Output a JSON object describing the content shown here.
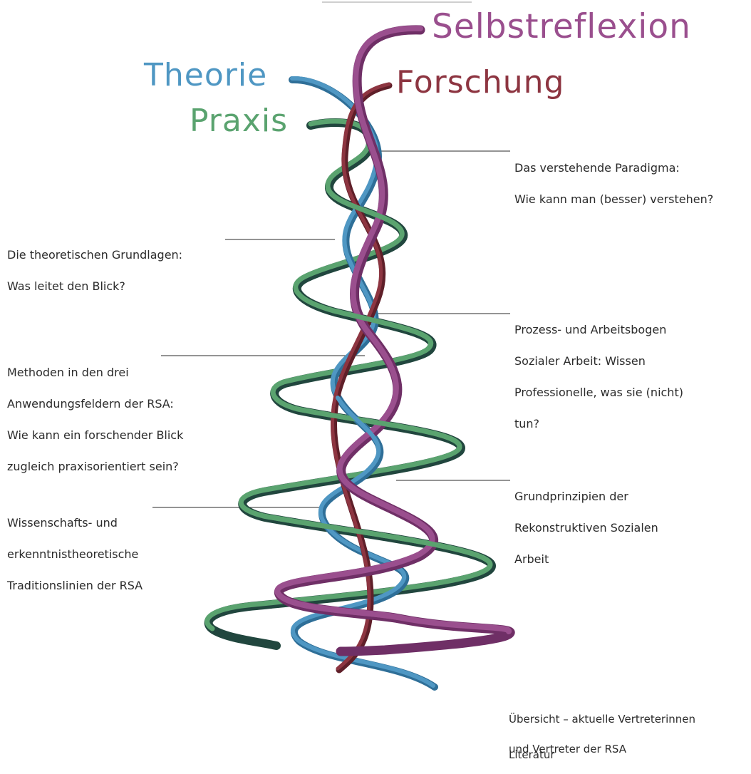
{
  "strands": {
    "selbstreflexion": {
      "label": "Selbstreflexion",
      "color": "#9a4f8e",
      "shade": "#6f2f66"
    },
    "forschung": {
      "label": "Forschung",
      "color": "#8d3541",
      "shade": "#5f1f29"
    },
    "theorie": {
      "label": "Theorie",
      "color": "#4f97c3",
      "shade": "#2f6f98"
    },
    "praxis": {
      "label": "Praxis",
      "color": "#5aa36f",
      "shade": "#21463e"
    }
  },
  "labels": {
    "paradigma": [
      "Das verstehende Paradigma:",
      "Wie kann man (besser) verstehen?"
    ],
    "grundlagen": [
      "Die theoretischen Grundlagen:",
      "Was leitet den Blick?"
    ],
    "prozess": [
      "Prozess- und Arbeitsbogen",
      "Sozialer Arbeit: Wissen",
      "Professionelle, was sie (nicht)",
      "tun?"
    ],
    "methoden": [
      "Methoden in den drei",
      "Anwendungsfeldern der RSA:",
      "Wie kann ein forschender Blick",
      "zugleich praxisorientiert sein?"
    ],
    "grundprinzipien": [
      "Grundprinzipien der",
      "Rekonstruktiven Sozialen",
      "Arbeit"
    ],
    "traditionslinien": [
      "Wissenschafts- und",
      "erkenntnistheoretische",
      "Traditionslinien der RSA"
    ],
    "uebersicht": [
      "Übersicht – aktuelle Vertreterinnen",
      "und Vertreter der RSA"
    ],
    "literatur": "Literatur"
  },
  "leader_color": "#555555"
}
